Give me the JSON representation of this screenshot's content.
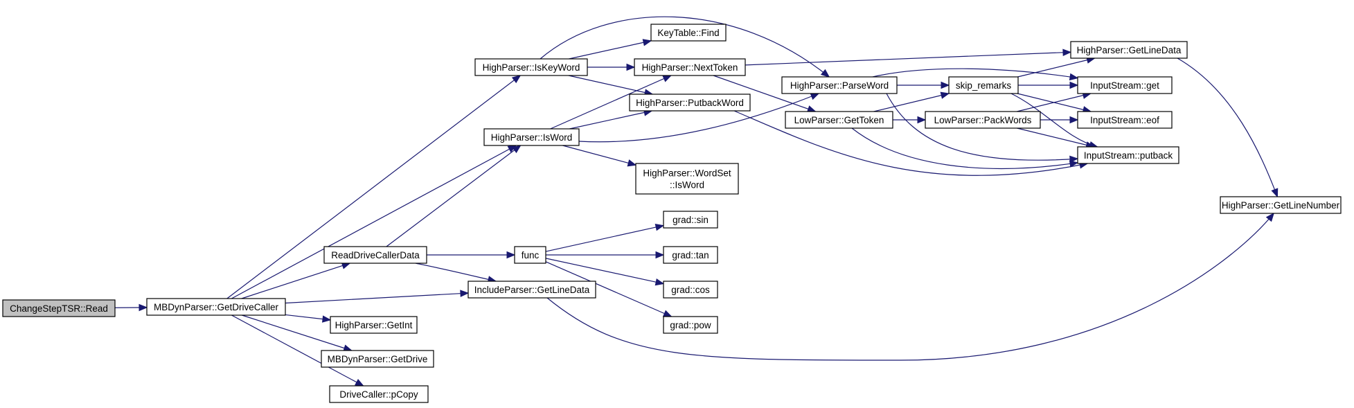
{
  "diagram": {
    "type": "call-graph",
    "colors": {
      "edge": "#191970",
      "node_border": "#000000",
      "current_node_fill": "#c0c0c0",
      "node_fill": "#ffffff"
    },
    "nodes": [
      {
        "id": "n0",
        "label": "ChangeStepTSR::Read",
        "current": true
      },
      {
        "id": "n1",
        "label": "MBDynParser::GetDriveCaller"
      },
      {
        "id": "n2",
        "label": "HighParser::IsKeyWord"
      },
      {
        "id": "n3",
        "label": "HighParser::IsWord"
      },
      {
        "id": "n4",
        "label": "ReadDriveCallerData"
      },
      {
        "id": "n5",
        "label": "IncludeParser::GetLineData"
      },
      {
        "id": "n6",
        "label": "HighParser::GetInt"
      },
      {
        "id": "n7",
        "label": "MBDynParser::GetDrive"
      },
      {
        "id": "n8",
        "label": "DriveCaller::pCopy"
      },
      {
        "id": "n9",
        "label": "KeyTable::Find"
      },
      {
        "id": "n10",
        "label": "HighParser::NextToken"
      },
      {
        "id": "n11",
        "label": "HighParser::PutbackWord"
      },
      {
        "id": "n12",
        "label": "HighParser::WordSet\n::IsWord"
      },
      {
        "id": "n13",
        "label": "func"
      },
      {
        "id": "n14",
        "label": "grad::sin"
      },
      {
        "id": "n15",
        "label": "grad::tan"
      },
      {
        "id": "n16",
        "label": "grad::cos"
      },
      {
        "id": "n17",
        "label": "grad::pow"
      },
      {
        "id": "n18",
        "label": "HighParser::ParseWord"
      },
      {
        "id": "n19",
        "label": "LowParser::GetToken"
      },
      {
        "id": "n20",
        "label": "skip_remarks"
      },
      {
        "id": "n21",
        "label": "LowParser::PackWords"
      },
      {
        "id": "n22",
        "label": "HighParser::GetLineData"
      },
      {
        "id": "n23",
        "label": "InputStream::get"
      },
      {
        "id": "n24",
        "label": "InputStream::eof"
      },
      {
        "id": "n25",
        "label": "InputStream::putback"
      },
      {
        "id": "n26",
        "label": "HighParser::GetLineNumber"
      }
    ],
    "edges": [
      [
        "n0",
        "n1"
      ],
      [
        "n1",
        "n2"
      ],
      [
        "n1",
        "n3"
      ],
      [
        "n1",
        "n4"
      ],
      [
        "n1",
        "n5"
      ],
      [
        "n1",
        "n6"
      ],
      [
        "n1",
        "n7"
      ],
      [
        "n1",
        "n8"
      ],
      [
        "n2",
        "n9"
      ],
      [
        "n2",
        "n10"
      ],
      [
        "n2",
        "n11"
      ],
      [
        "n2",
        "n18"
      ],
      [
        "n3",
        "n10"
      ],
      [
        "n3",
        "n11"
      ],
      [
        "n3",
        "n12"
      ],
      [
        "n3",
        "n18"
      ],
      [
        "n4",
        "n3"
      ],
      [
        "n4",
        "n13"
      ],
      [
        "n4",
        "n5"
      ],
      [
        "n13",
        "n14"
      ],
      [
        "n13",
        "n15"
      ],
      [
        "n13",
        "n16"
      ],
      [
        "n13",
        "n17"
      ],
      [
        "n10",
        "n22"
      ],
      [
        "n10",
        "n19"
      ],
      [
        "n11",
        "n25"
      ],
      [
        "n18",
        "n20"
      ],
      [
        "n18",
        "n23"
      ],
      [
        "n18",
        "n25"
      ],
      [
        "n19",
        "n20"
      ],
      [
        "n19",
        "n21"
      ],
      [
        "n19",
        "n25"
      ],
      [
        "n20",
        "n22"
      ],
      [
        "n20",
        "n23"
      ],
      [
        "n20",
        "n24"
      ],
      [
        "n20",
        "n25"
      ],
      [
        "n21",
        "n23"
      ],
      [
        "n21",
        "n24"
      ],
      [
        "n21",
        "n25"
      ],
      [
        "n22",
        "n26"
      ],
      [
        "n5",
        "n26"
      ]
    ]
  }
}
